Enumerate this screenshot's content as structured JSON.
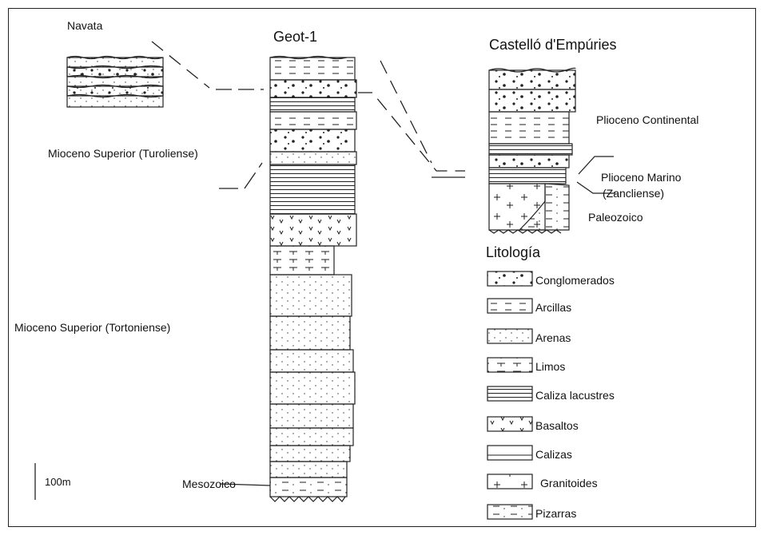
{
  "titles": {
    "navata": "Navata",
    "geot1": "Geot-1",
    "castello": "Castelló d'Empúries"
  },
  "labels": {
    "mioceno_turoliense": "Mioceno Superior (Turoliense)",
    "mioceno_tortoniense": "Mioceno Superior (Tortoniense)",
    "mesozoico": "Mesozoico",
    "plioceno_continental": "Plioceno Continental",
    "plioceno_marino_1": "Plioceno Marino",
    "plioceno_marino_2": "(Zancliense)",
    "paleozoico": "Paleozoico",
    "scale": "100m"
  },
  "legend": {
    "title": "Litología",
    "items": [
      {
        "label": "Conglomerados",
        "pattern": "conglomerate"
      },
      {
        "label": "Arcillas",
        "pattern": "clay"
      },
      {
        "label": "Arenas",
        "pattern": "sand"
      },
      {
        "label": "Limos",
        "pattern": "silt"
      },
      {
        "label": "Caliza lacustres",
        "pattern": "lacustrine-limestone"
      },
      {
        "label": "Basaltos",
        "pattern": "basalt"
      },
      {
        "label": "Calizas",
        "pattern": "limestone"
      },
      {
        "label": "Granitoides",
        "pattern": "granitoid"
      },
      {
        "label": "Pizarras",
        "pattern": "slate"
      }
    ]
  },
  "colors": {
    "ink": "#222222",
    "paper": "#ffffff"
  }
}
